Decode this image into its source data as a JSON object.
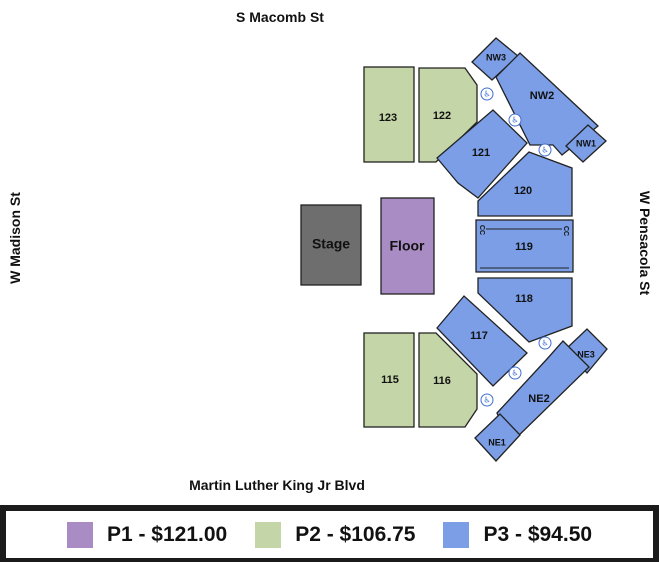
{
  "streets": {
    "north": "S Macomb St",
    "south": "Martin Luther King Jr Blvd",
    "west": "W Madison St",
    "east": "W Pensacola St"
  },
  "colors": {
    "p1": "#a98cc4",
    "p2": "#c4d6a8",
    "p3": "#7b9ee6",
    "stage": "#6e6e6e",
    "accessibility": "#3f6fd1"
  },
  "areas": {
    "stage": "Stage",
    "floor": "Floor"
  },
  "sections": {
    "s123": "123",
    "s122": "122",
    "s121": "121",
    "s120": "120",
    "s119": "119",
    "s118": "118",
    "s117": "117",
    "s116": "116",
    "s115": "115",
    "nw1": "NW1",
    "nw2": "NW2",
    "nw3": "NW3",
    "ne1": "NE1",
    "ne2": "NE2",
    "ne3": "NE3",
    "cc_left": "CC",
    "cc_right": "CC"
  },
  "accessibility_icon": "wheelchair-icon",
  "legend": [
    {
      "label": "P1 - $121.00",
      "color": "#a98cc4"
    },
    {
      "label": "P2 - $106.75",
      "color": "#c4d6a8"
    },
    {
      "label": "P3 - $94.50",
      "color": "#7b9ee6"
    }
  ]
}
